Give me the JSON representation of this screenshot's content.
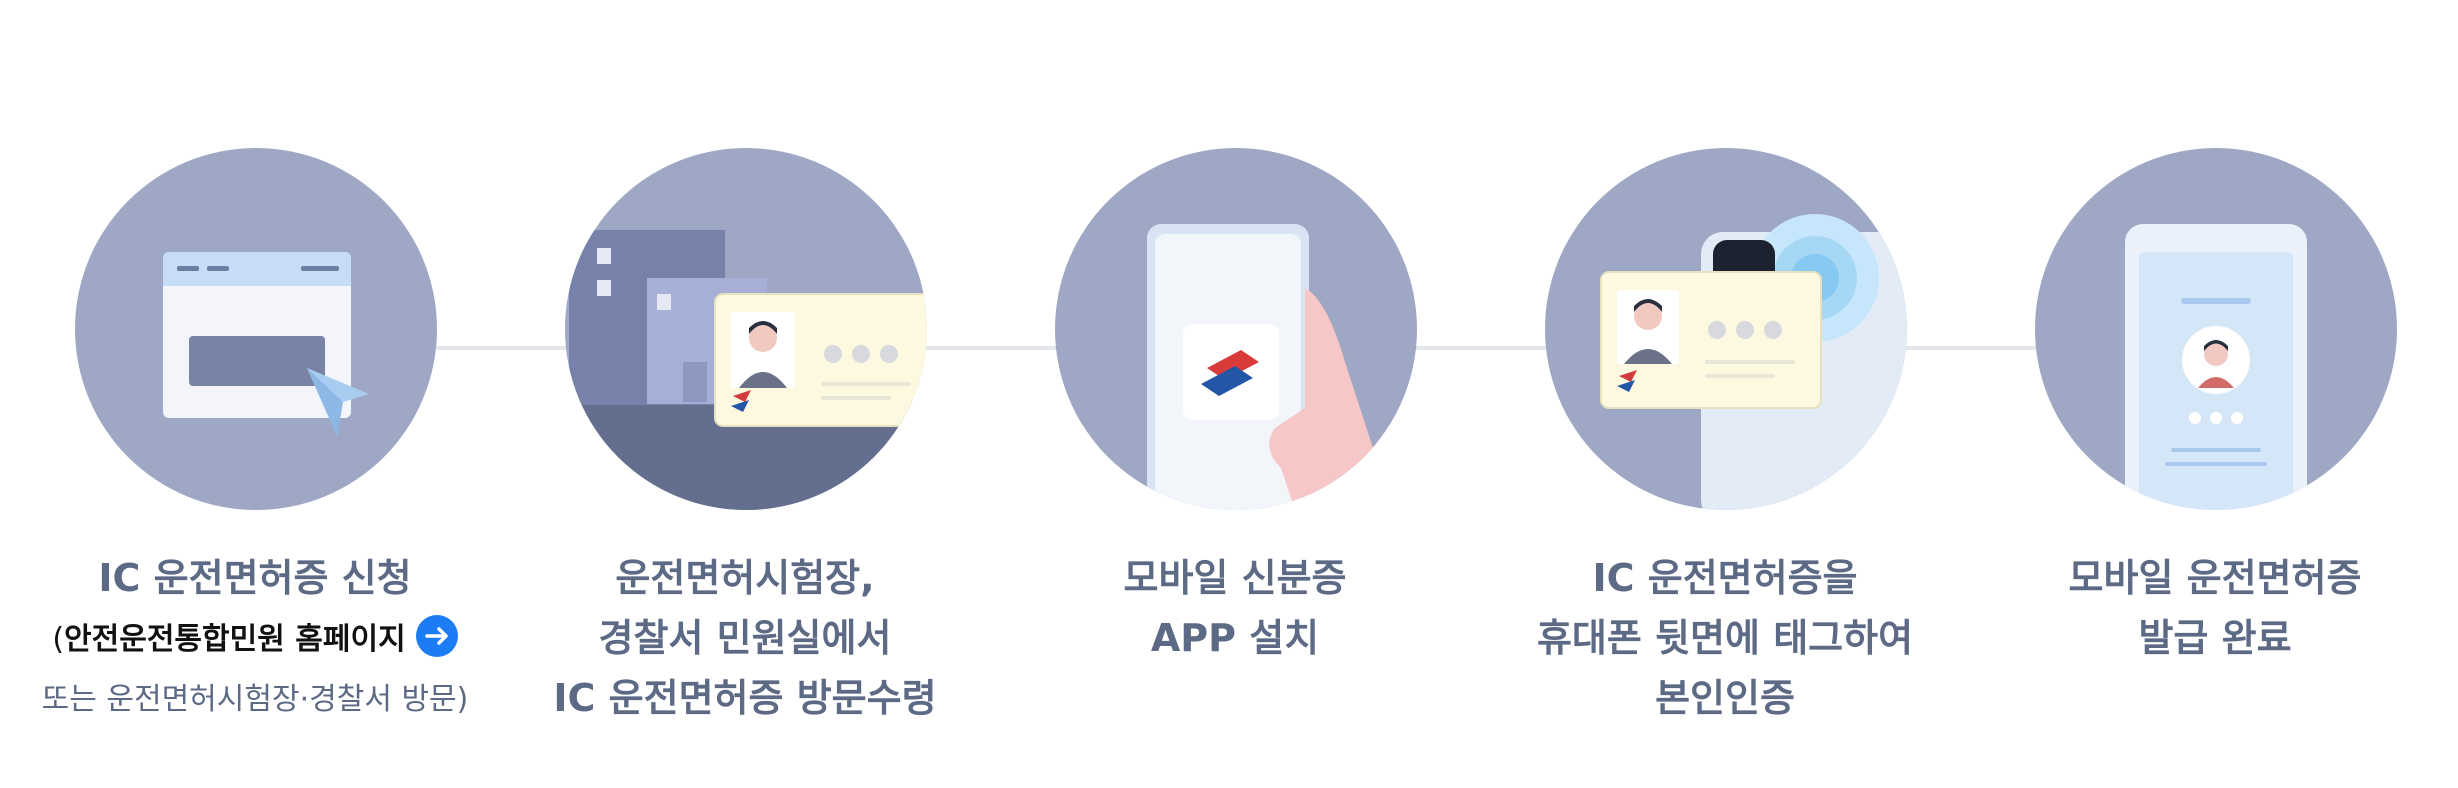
{
  "steps": [
    {
      "id": "apply",
      "title_lines": [
        "IC 운전면허증 신청"
      ],
      "sub_open_paren": "(",
      "sub_link": "안전운전통합민원 홈페이지",
      "sub_note": "또는 운전면허시험장·경찰서 방문)",
      "icon": "browser-window-icon"
    },
    {
      "id": "receive",
      "title_lines": [
        "운전면허시험장,",
        "경찰서 민원실에서",
        "IC 운전면허증 방문수령"
      ],
      "icon": "license-card-building-icon"
    },
    {
      "id": "install",
      "title_lines": [
        "모바일 신분증",
        "APP 설치"
      ],
      "icon": "phone-app-icon"
    },
    {
      "id": "verify",
      "title_lines": [
        "IC 운전면허증을",
        "휴대폰 뒷면에 태그하여",
        "본인인증"
      ],
      "icon": "nfc-tag-icon"
    },
    {
      "id": "issue",
      "title_lines": [
        "모바일 운전면허증",
        "발급 완료"
      ],
      "icon": "mobile-license-icon"
    }
  ],
  "colors": {
    "circle": "#9ea7c4",
    "title": "#5c6a85",
    "link_button": "#1b7cf3",
    "connector": "#e3e6eb"
  }
}
